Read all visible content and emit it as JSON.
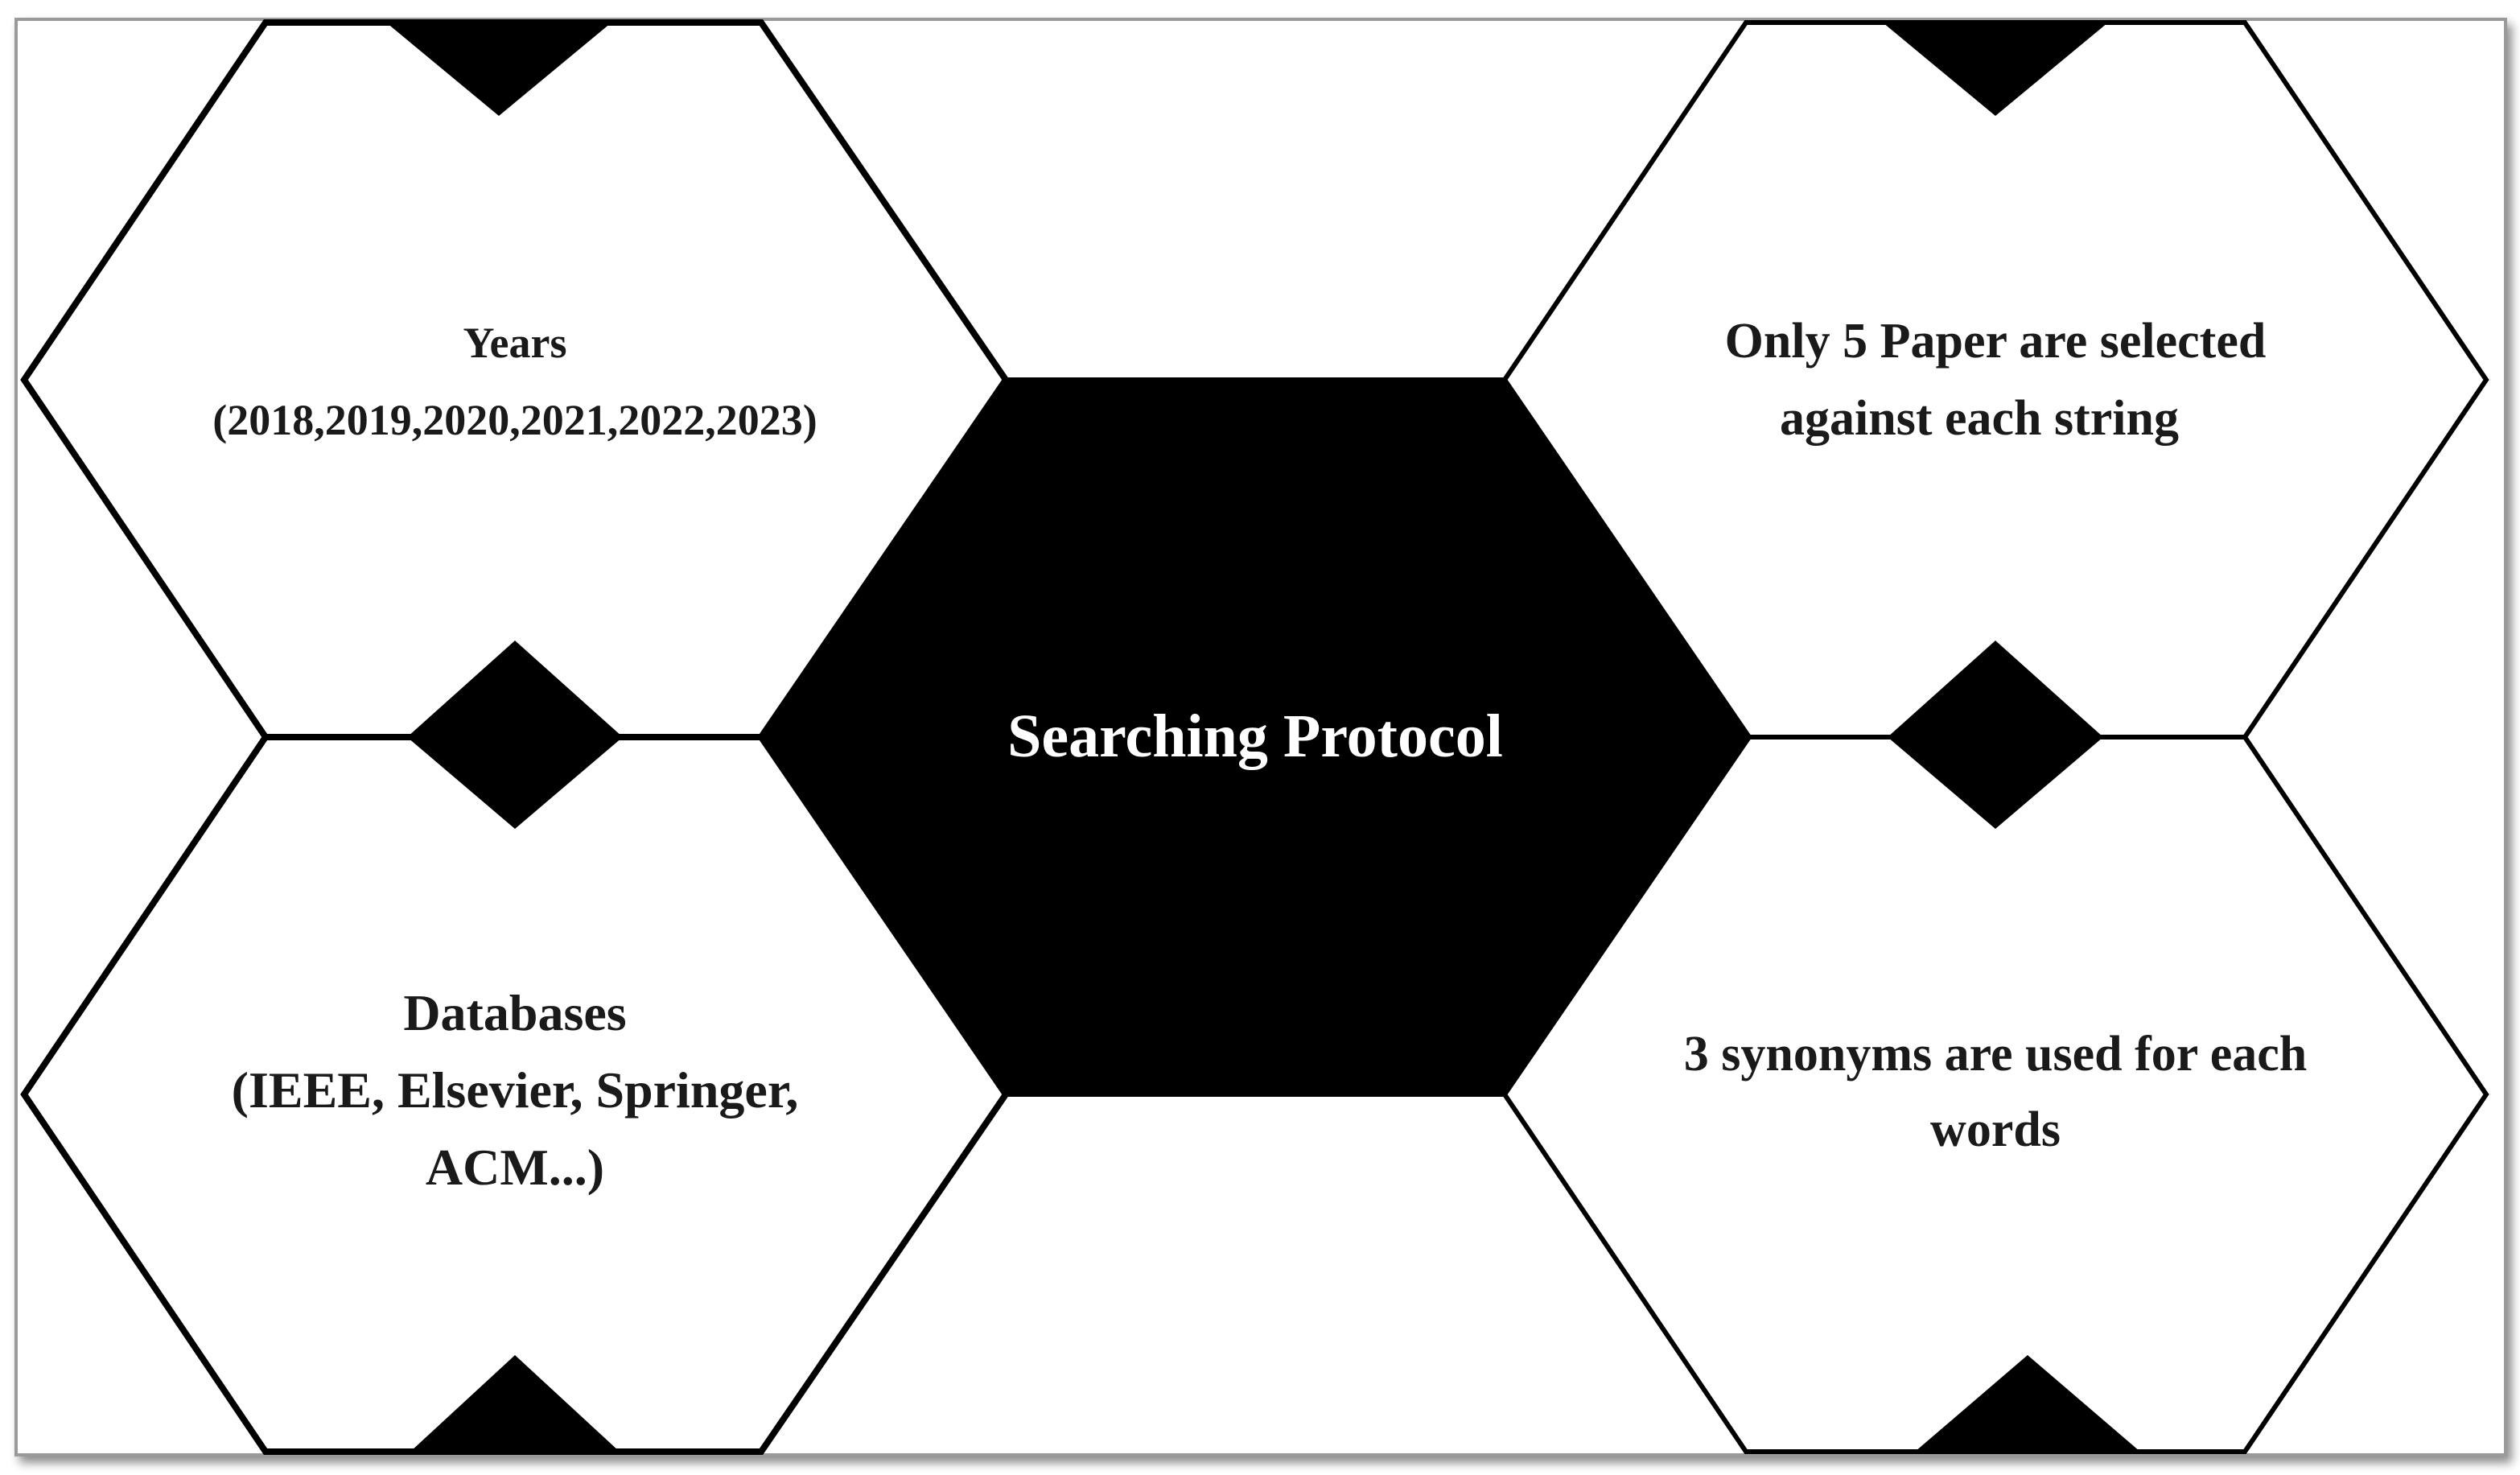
{
  "diagram": {
    "center": {
      "label": "Searching Protocol",
      "fill": "#000000",
      "text_color": "#ffffff"
    },
    "nodes": [
      {
        "id": "years",
        "position": "top-left",
        "lines": [
          "Years",
          "(2018,2019,2020,2021,2022,2023)"
        ]
      },
      {
        "id": "papers",
        "position": "top-right",
        "lines": [
          "Only 5 Paper are selected",
          "against each string"
        ]
      },
      {
        "id": "databases",
        "position": "bottom-left",
        "lines": [
          "Databases",
          "(IEEE, Elsevier, Springer,",
          "ACM...)"
        ]
      },
      {
        "id": "synonyms",
        "position": "bottom-right",
        "lines": [
          "3 synonyms are used for each",
          "words"
        ]
      }
    ],
    "colors": {
      "stroke": "#000000",
      "background": "#ffffff",
      "frame": "#9a9a9a"
    }
  }
}
